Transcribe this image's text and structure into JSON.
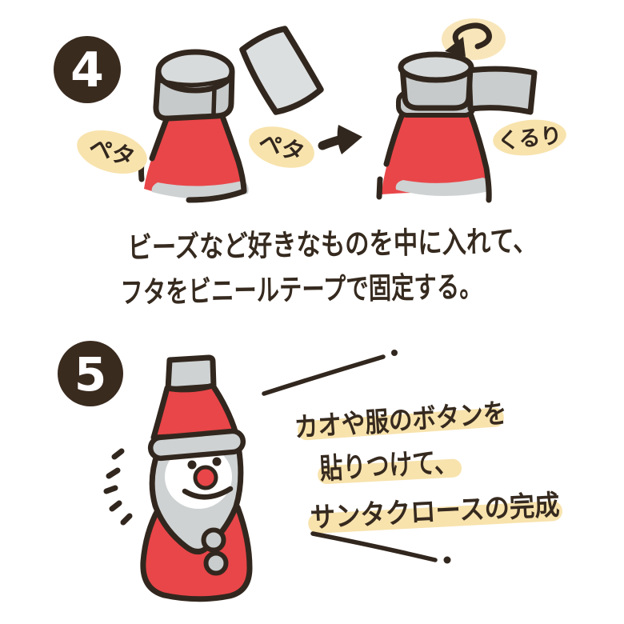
{
  "page": {
    "background": "#ffffff",
    "type": "hand-drawn craft instructions"
  },
  "colors": {
    "outline": "#32271e",
    "badge_brown": "#3a2b1f",
    "bottle_red": "#e94649",
    "cap_gray": "#c6cacb",
    "cap_gray_light": "#d8dbdc",
    "shadow_gray": "#ced2d3",
    "highlight_yellow": "#f8e3ad",
    "glow_yellow": "#f8e6ba",
    "face_white": "#ffffff",
    "text_dark": "#362a1f"
  },
  "step4": {
    "number": "4",
    "sfx_left": "ペタ",
    "sfx_right": "ペタ",
    "sfx_turn": "くるり",
    "caption_line1": "ビーズなど好きなものを中に入れて、",
    "caption_line2": "フタをビニールテープで固定する。"
  },
  "step5": {
    "number": "5",
    "caption_line1": "カオや服のボタンを",
    "caption_line2": "貼りつけて、",
    "caption_line3": "サンタクロースの完成"
  }
}
